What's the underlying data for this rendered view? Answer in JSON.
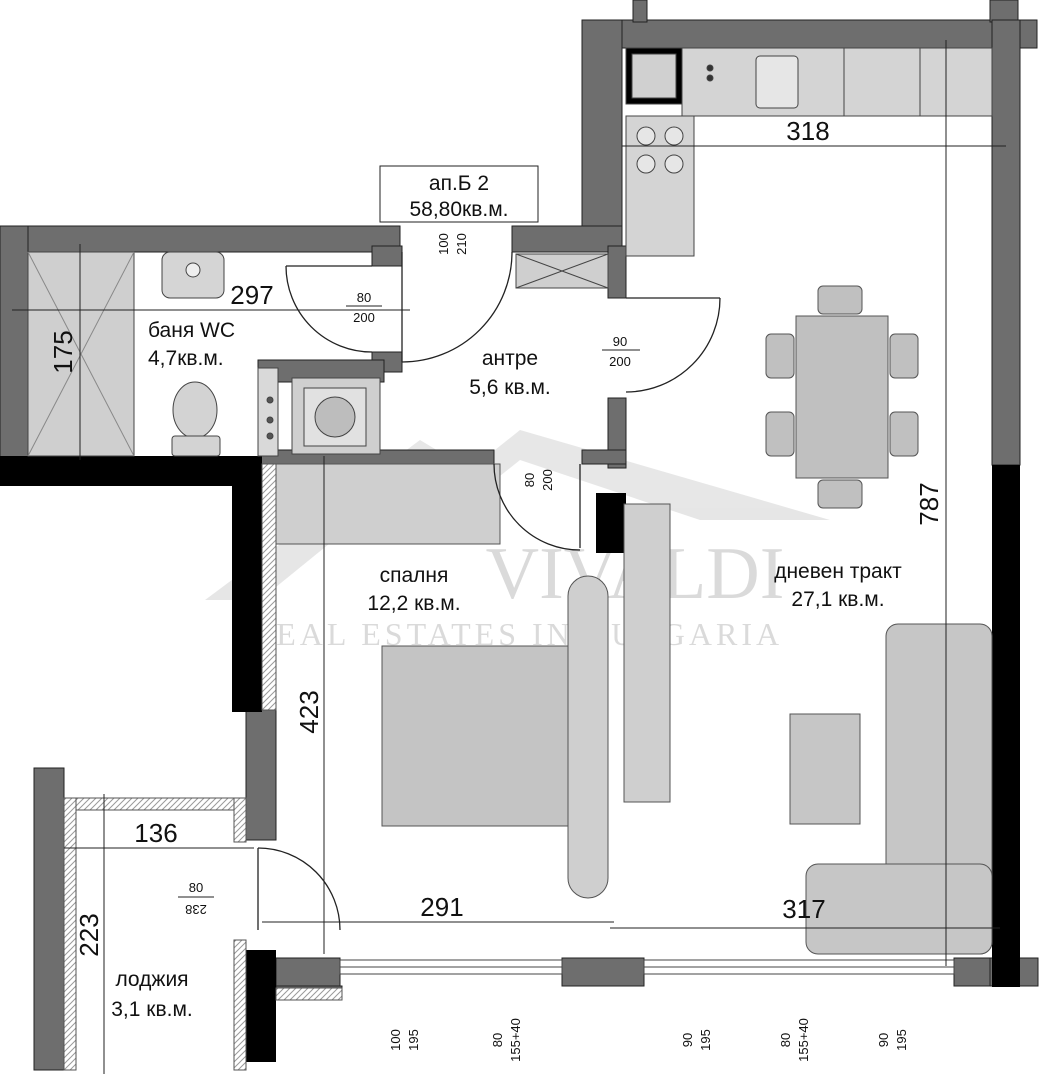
{
  "apartment": {
    "name": "ап.Б 2",
    "area": "58,80кв.м."
  },
  "rooms": {
    "bath": {
      "name": "баня WC",
      "area": "4,7кв.м."
    },
    "hall": {
      "name": "антре",
      "area": "5,6 кв.м."
    },
    "bedroom": {
      "name": "спалня",
      "area": "12,2 кв.м."
    },
    "living": {
      "name": "дневен тракт",
      "area": "27,1 кв.м."
    },
    "loggia": {
      "name": "лоджия",
      "area": "3,1 кв.м."
    }
  },
  "dimensions": {
    "kitchen_width": "318",
    "living_depth": "787",
    "bath_width": "297",
    "bath_depth": "175",
    "bedroom_depth": "423",
    "bedroom_width": "291",
    "living_width": "317",
    "loggia_width": "136",
    "loggia_depth": "223"
  },
  "doors": {
    "entrance": {
      "w": "100",
      "h": "210"
    },
    "bath": {
      "w": "80",
      "h": "200"
    },
    "living": {
      "w": "90",
      "h": "200"
    },
    "bedroom": {
      "w": "80",
      "h": "200"
    },
    "loggia": {
      "w": "80",
      "h": "238"
    }
  },
  "windows": {
    "w1": {
      "w": "100",
      "h": "195"
    },
    "w2": {
      "w": "80",
      "h": "155+40"
    },
    "w3": {
      "w": "90",
      "h": "195"
    },
    "w4": {
      "w": "80",
      "h": "155+40"
    },
    "w5": {
      "w": "90",
      "h": "195"
    }
  },
  "watermark": {
    "brand": "VIVALDI",
    "tagline": "Real Estates in Bulgaria"
  },
  "colors": {
    "wall": "#6e6e6e",
    "wall_outer": "#000000",
    "furniture": "#bdbdbd",
    "floor": "#ffffff"
  }
}
